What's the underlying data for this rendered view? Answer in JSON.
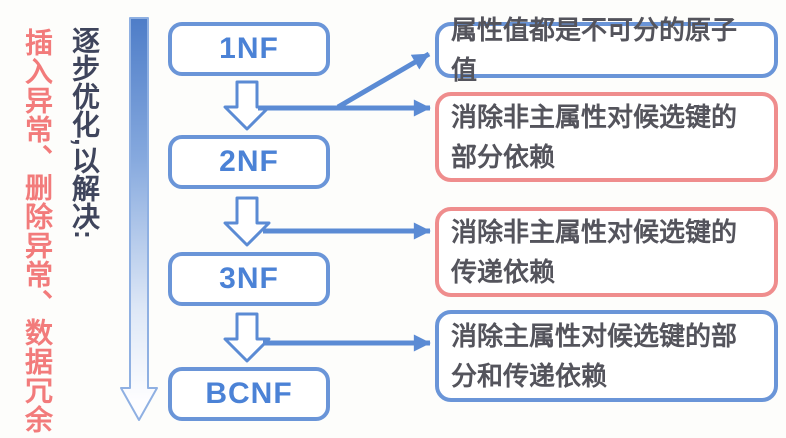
{
  "palette": {
    "blue_border": "#6a95d8",
    "blue_text": "#4b82d6",
    "blue_arrow": "#5b8bd4",
    "red_border": "#ef8d8d",
    "red_text": "#f27b7b",
    "dark_text": "#3f455c",
    "desc_text": "#54545c",
    "background": "#fdfdfb"
  },
  "left_panel": {
    "anomalies_text": "插入异常、删除异常、数据冗余",
    "optimize_text": "逐步优化,以解决:"
  },
  "flow": {
    "nodes": [
      {
        "label": "1NF"
      },
      {
        "label": "2NF"
      },
      {
        "label": "3NF"
      },
      {
        "label": "BCNF"
      }
    ]
  },
  "descriptions": [
    {
      "text": "属性值都是不可分的原子值",
      "border": "blue"
    },
    {
      "text": "消除非主属性对候选键的部分依赖",
      "border": "red"
    },
    {
      "text": "消除非主属性对候选键的传递依赖",
      "border": "red"
    },
    {
      "text": "消除主属性对候选键的部分和传递依赖",
      "border": "blue"
    }
  ],
  "icons": {
    "big_arrow": "gradient-down-arrow",
    "step_arrows": "hollow-down-block-arrow",
    "connectors": "right-pointing-arrow"
  }
}
